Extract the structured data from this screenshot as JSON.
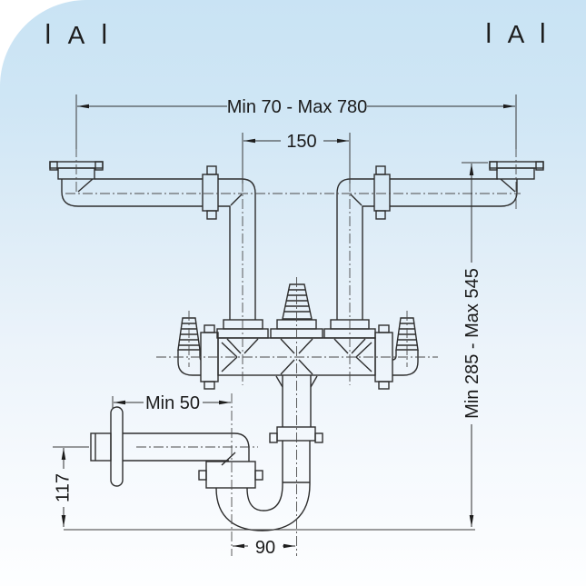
{
  "section_markers": {
    "left_label": "A",
    "right_label": "A"
  },
  "dimensions": {
    "top_width": "Min 70 - Max 780",
    "inlet_spacing": "150",
    "overall_height": "Min 285 - Max 545",
    "wall_min_distance": "Min 50",
    "wall_outlet_height": "117",
    "trap_width": "90"
  },
  "colors": {
    "background_top": "#c9e3f4",
    "background_bottom": "#fdfeff",
    "line": "#2e2e2e",
    "text": "#1a1a1a"
  }
}
